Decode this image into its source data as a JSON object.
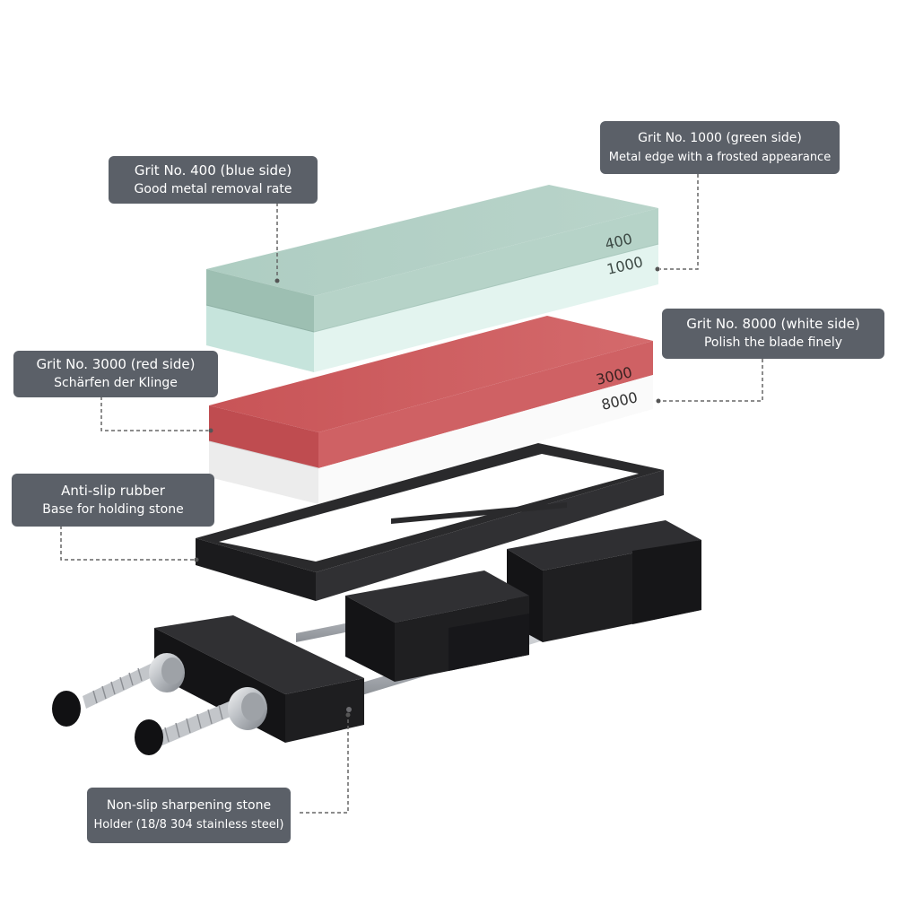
{
  "callouts": {
    "grit400": {
      "title": "Grit No. 400 (blue side)",
      "detail": "Good metal removal rate"
    },
    "grit1000": {
      "title": "Grit No. 1000 (green side)",
      "detail": "Metal edge with a frosted appearance"
    },
    "grit8000": {
      "title": "Grit No. 8000 (white side)",
      "detail": "Polish the blade finely"
    },
    "grit3000": {
      "title": "Grit No. 3000 (red side)",
      "detail": "Schärfen der Klinge"
    },
    "rubber": {
      "title": "Anti-slip rubber",
      "detail": "Base for holding stone"
    },
    "holder": {
      "title": "Non-slip sharpening stone",
      "detail": "Holder (18/8 304 stainless steel)"
    }
  },
  "stone_labels": {
    "top_grit": "400",
    "bottom_grit": "1000",
    "red_grit": "3000",
    "white_grit": "8000"
  },
  "colors": {
    "callout_bg": "#5b6068",
    "stone_green_top": "#a9c9bd",
    "stone_green_light": "#dff1ec",
    "stone_red": "#c8575a",
    "stone_white": "#f3f3f3",
    "base_black": "#1e1e20",
    "rod_steel": "#c9ccd0"
  }
}
